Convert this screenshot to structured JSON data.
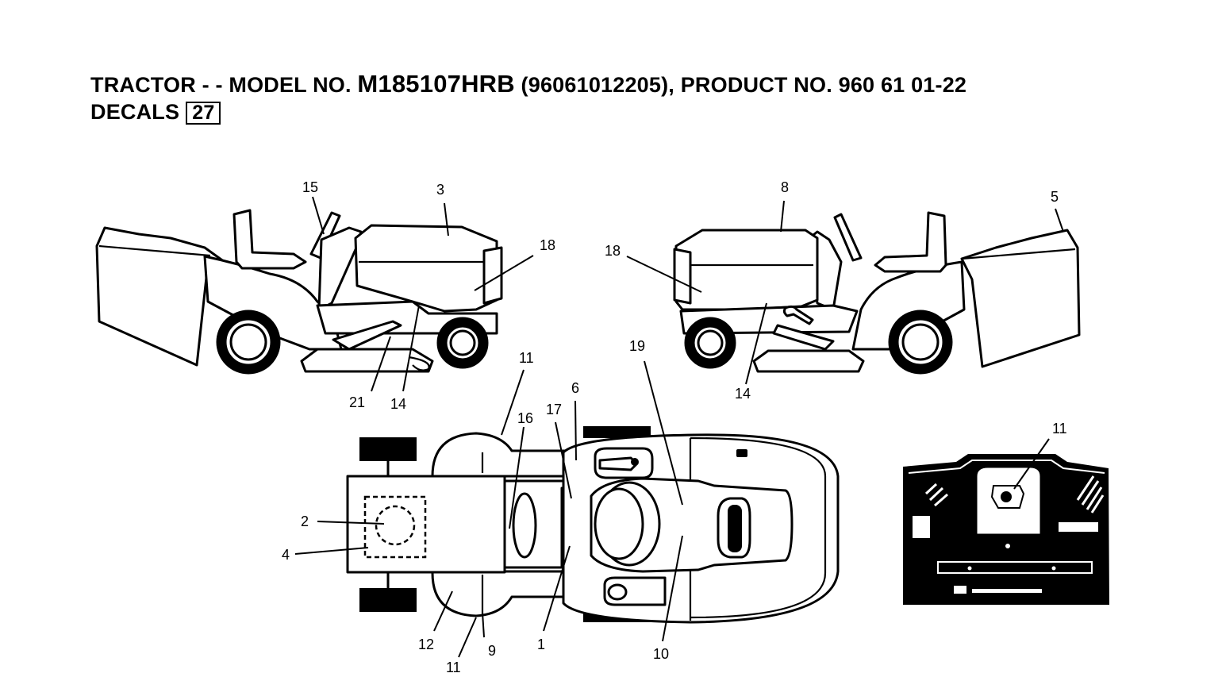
{
  "header": {
    "line1_prefix": "TRACTOR - - MODEL NO.",
    "model_no": "M185107HRB",
    "line1_suffix": "(96061012205), PRODUCT NO. 960 61 01-22",
    "line2_label": "DECALS",
    "figure_no": "27"
  },
  "callouts": {
    "c1": "1",
    "c2": "2",
    "c3": "3",
    "c4": "4",
    "c5": "5",
    "c6": "6",
    "c8": "8",
    "c9": "9",
    "c10": "10",
    "c11a": "11",
    "c11b": "11",
    "c11c": "11",
    "c12": "12",
    "c14a": "14",
    "c14b": "14",
    "c15": "15",
    "c16": "16",
    "c17": "17",
    "c18a": "18",
    "c18b": "18",
    "c19": "19",
    "c21": "21"
  }
}
